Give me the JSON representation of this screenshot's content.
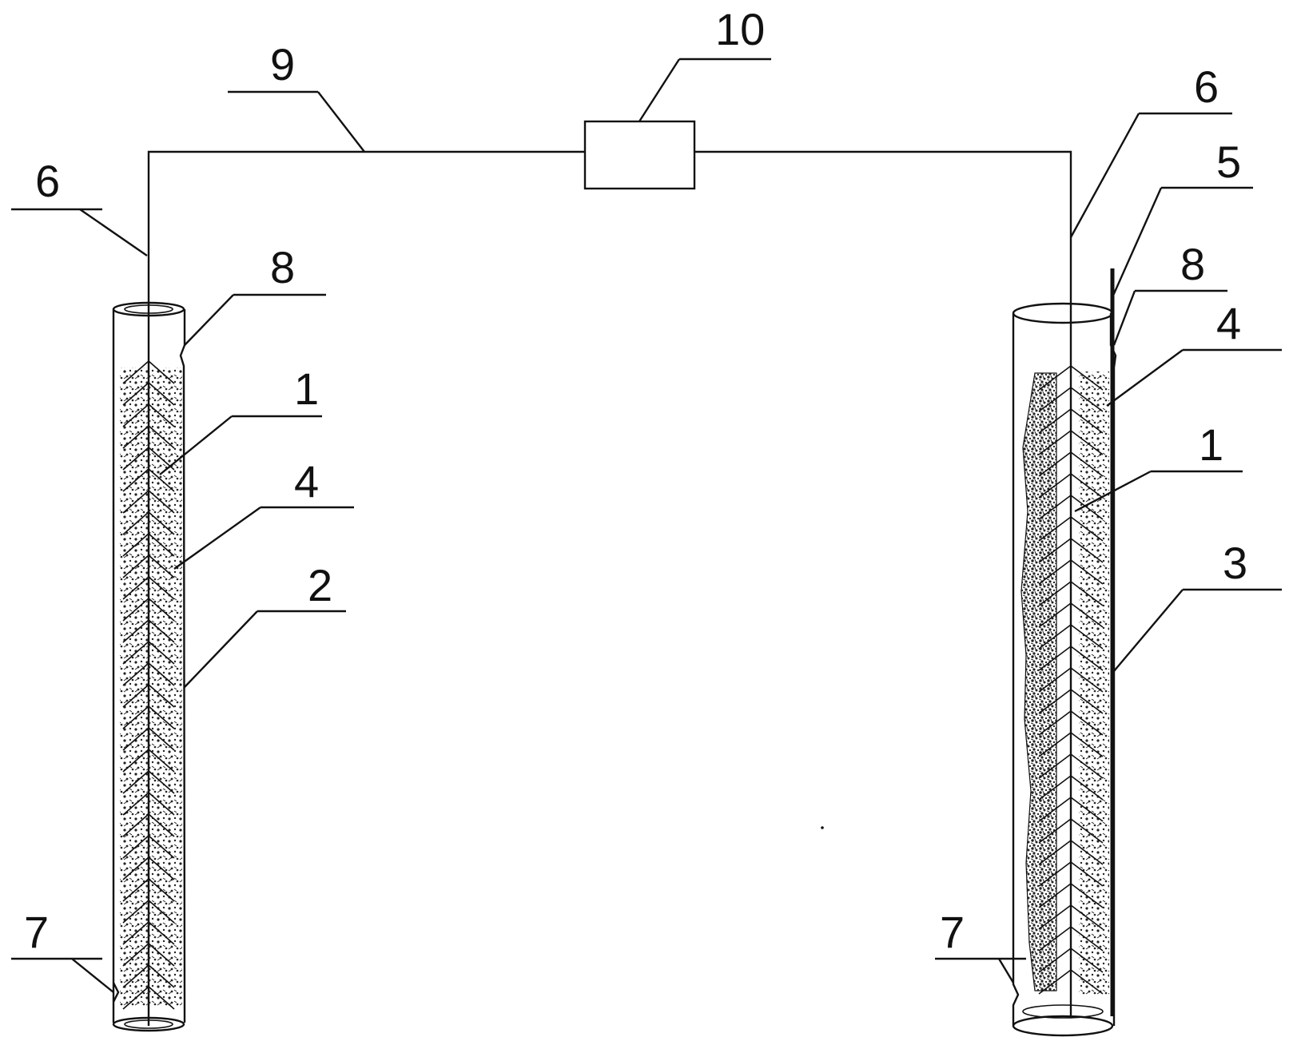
{
  "diagram": {
    "labels": {
      "l6_left": "6",
      "l9": "9",
      "l10": "10",
      "l8_left": "8",
      "l1_left": "1",
      "l4_left": "4",
      "l2": "2",
      "l7_left": "7",
      "l6_right": "6",
      "l5": "5",
      "l8_right": "8",
      "l4_right": "4",
      "l1_right": "1",
      "l3": "3",
      "l7_right": "7"
    },
    "colors": {
      "line": "#111111",
      "background": "#ffffff",
      "fill_texture": "#222222"
    }
  }
}
